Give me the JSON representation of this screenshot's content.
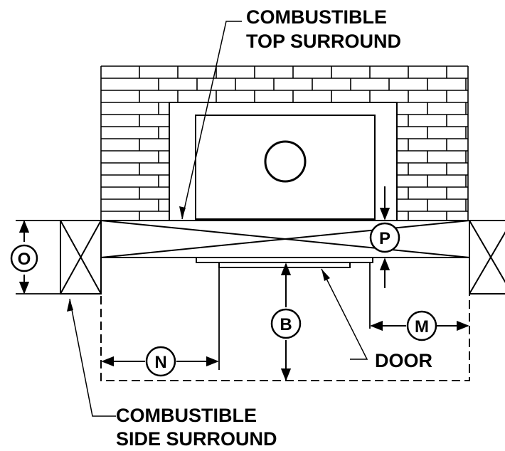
{
  "labels": {
    "top_surround_line1": "COMBUSTIBLE",
    "top_surround_line2": "TOP SURROUND",
    "side_surround_line1": "COMBUSTIBLE",
    "side_surround_line2": "SIDE SURROUND",
    "door": "DOOR"
  },
  "dimensions": {
    "o": "O",
    "p": "P",
    "b": "B",
    "m": "M",
    "n": "N"
  },
  "colors": {
    "ink": "#000000",
    "background": "#ffffff"
  }
}
